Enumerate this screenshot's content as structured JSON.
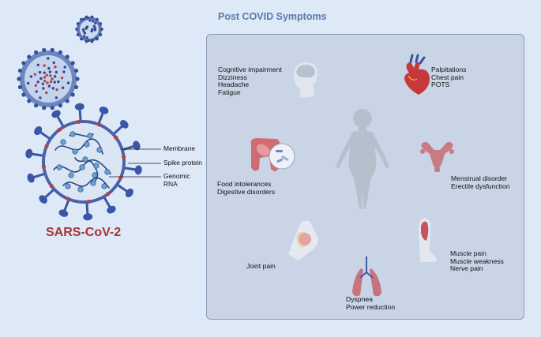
{
  "figure": {
    "title": "Post COVID Symptoms",
    "virus_name": "SARS-CoV-2",
    "virus_labels": {
      "membrane": "Membrane",
      "spike": "Spike protein",
      "genomic_line1": "Genomic",
      "genomic_line2": "RNA"
    },
    "symptoms": {
      "brain": [
        "Cognitive impairment",
        "Dizziness",
        "Headache",
        "Fatigue"
      ],
      "heart": [
        "Palpitations",
        "Chest pain",
        "POTS"
      ],
      "gut": [
        "Food intolerances",
        "Digestive disorders"
      ],
      "reproductive": [
        "Menstrual disorder",
        "Erectile dysfunction"
      ],
      "joint": [
        "Joint pain"
      ],
      "lungs": [
        "Dyspnea",
        "Power reduction"
      ],
      "muscle": [
        "Muscle pain",
        "Muscle weakness",
        "Nerve pain"
      ]
    },
    "colors": {
      "background": "#dde9f6",
      "panel": "#c9d5e6",
      "title": "#5b79ad",
      "virus_name": "#a8323a",
      "virus_body": "#4a62a6",
      "spike": "#3b56a8",
      "rna": "#28467e"
    }
  }
}
